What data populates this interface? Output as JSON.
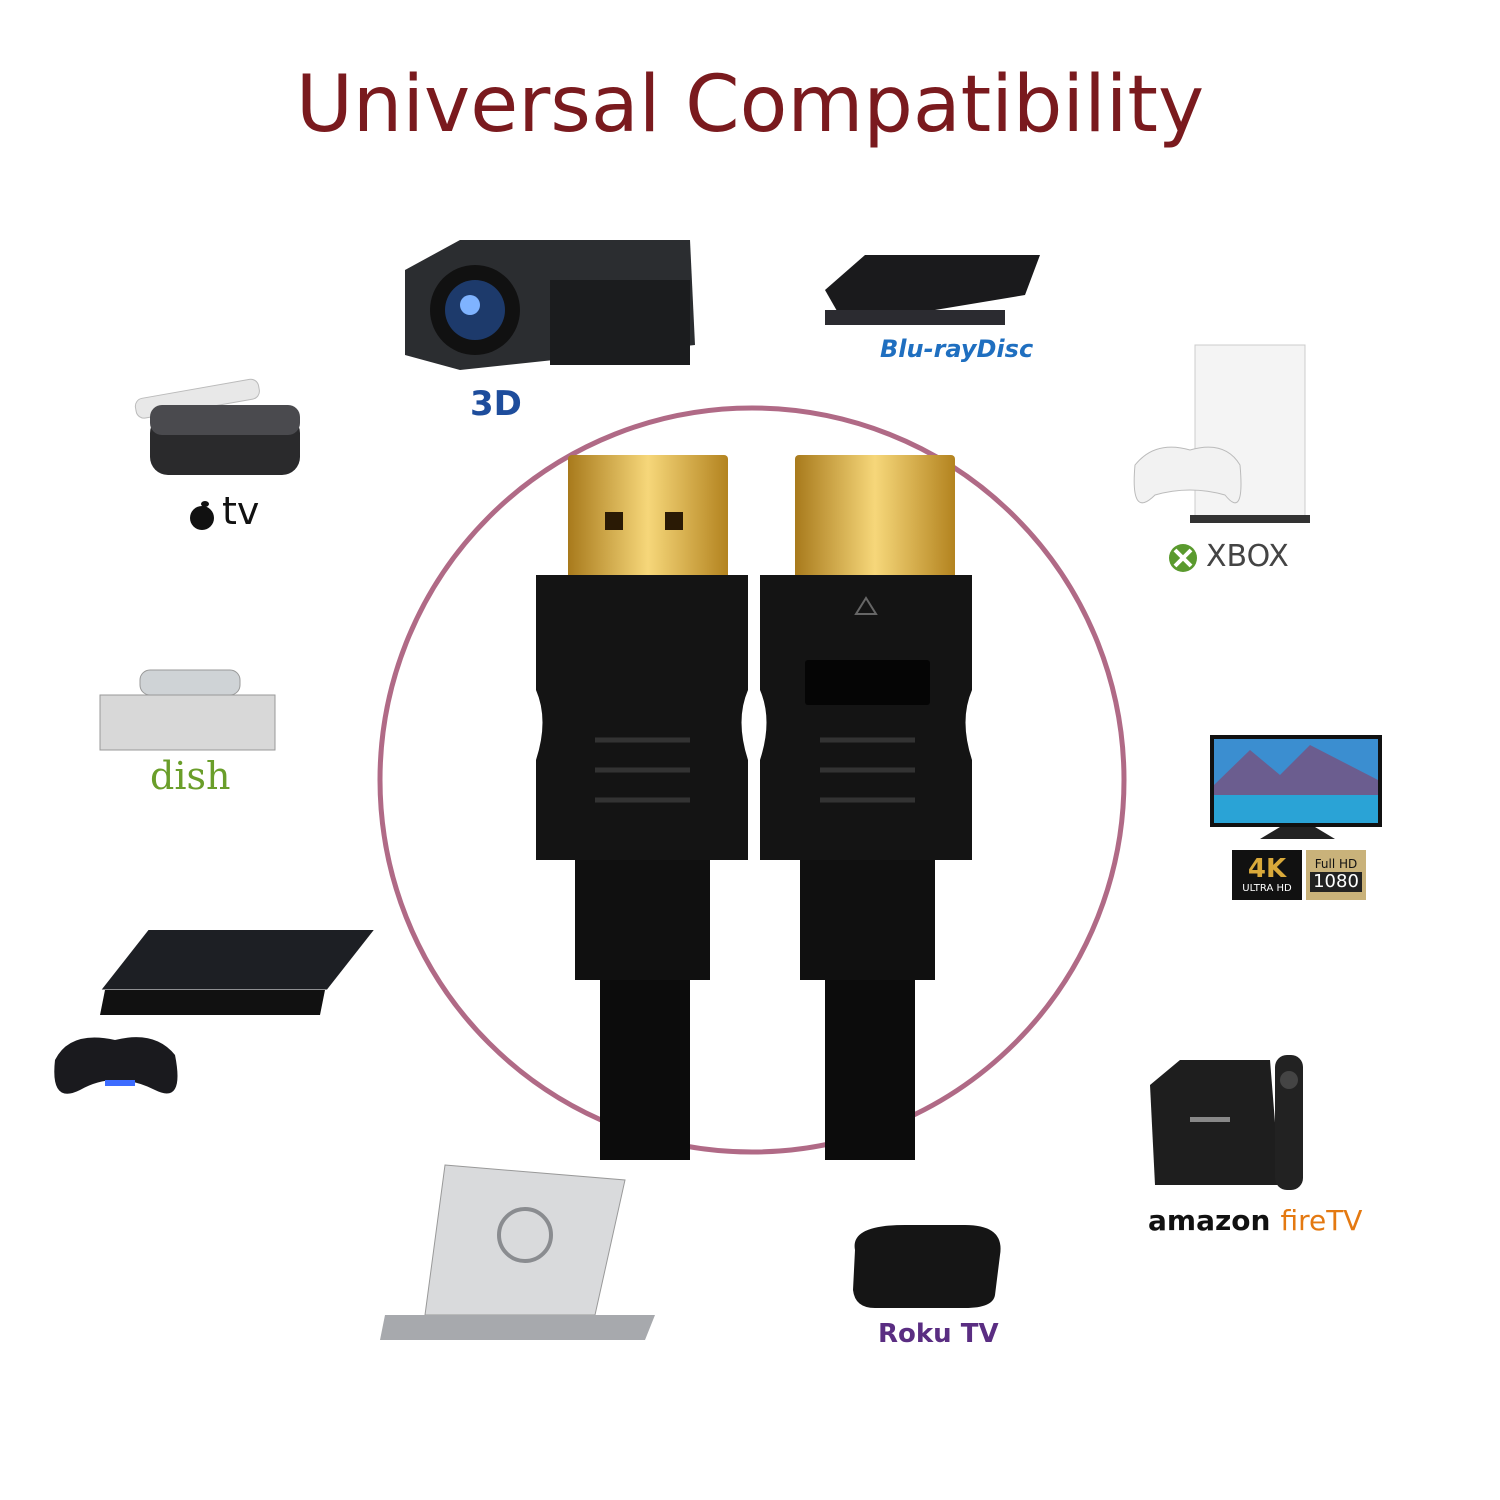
{
  "title": "Universal Compatibility",
  "colors": {
    "title": "#7a1a1e",
    "ring": "#b06a86",
    "gold": "#d9a93a",
    "cable": "#111111"
  },
  "devices": [
    {
      "name": "projector",
      "label": "3D"
    },
    {
      "name": "blu-ray-player",
      "label": "Blu-rayDisc"
    },
    {
      "name": "apple-tv",
      "label": "tv"
    },
    {
      "name": "xbox",
      "label": "XBOX"
    },
    {
      "name": "dish-receiver",
      "label": "dish"
    },
    {
      "name": "4k-tv",
      "label": "4K",
      "label2": "ULTRA HD",
      "label3": "Full HD",
      "label4": "1080"
    },
    {
      "name": "ps4",
      "label": ""
    },
    {
      "name": "amazon-fire-tv",
      "label": "amazon",
      "label2": "fireTV"
    },
    {
      "name": "laptop",
      "label": ""
    },
    {
      "name": "roku",
      "label": "Roku TV"
    }
  ]
}
